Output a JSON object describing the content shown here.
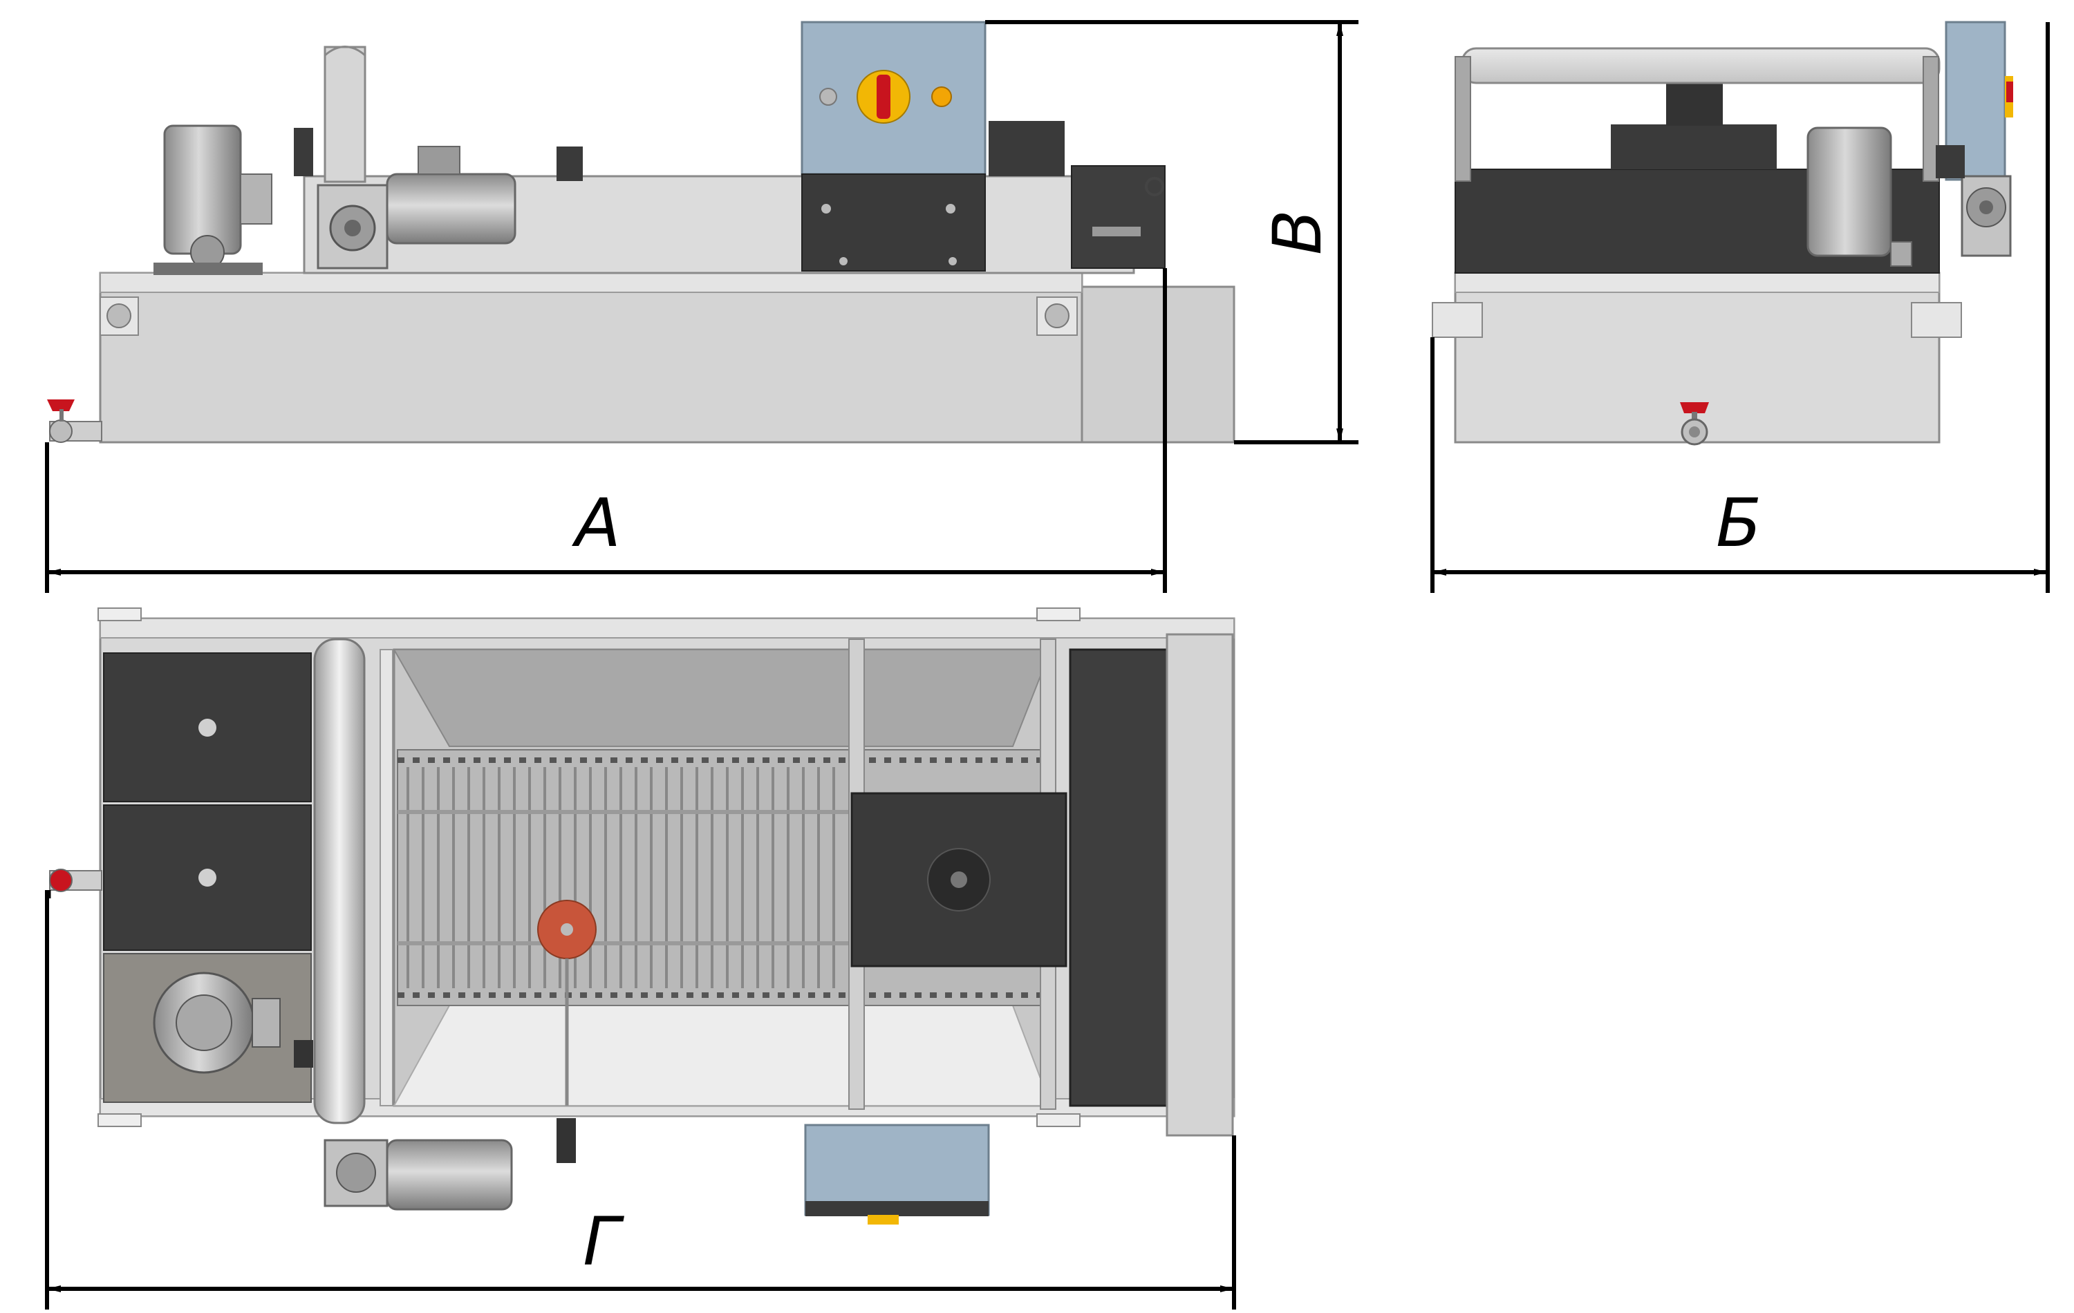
{
  "dimensions": {
    "a": "А",
    "b": "Б",
    "v": "В",
    "g": "Г"
  },
  "colors": {
    "steel_light": "#d8d8d8",
    "steel_mid": "#bdbdbd",
    "steel_dark": "#8e8e8e",
    "panel_dark": "#3c3c3c",
    "cabinet_blue": "#9fb4c6",
    "handle_red": "#c8141e",
    "handle_yellow": "#f2b705",
    "disk_orange": "#c8553a",
    "line": "#000000"
  },
  "views": {
    "front": "side-elevation",
    "end": "end-elevation",
    "top": "plan-view"
  }
}
